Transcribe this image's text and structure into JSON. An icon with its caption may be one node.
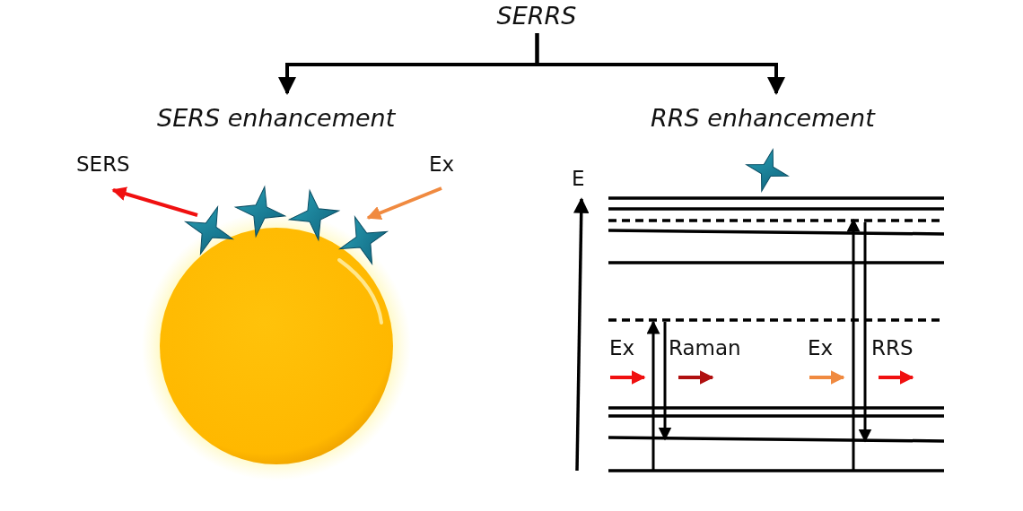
{
  "diagram": {
    "nodes": [
      {
        "text": [
          "SERRS"
        ]
      },
      {
        "text": [
          "SERS enhancement"
        ]
      },
      {
        "text": [
          "RRS enhancement"
        ]
      }
    ],
    "edges": [
      {
        "from": 0,
        "to": 1,
        "arrow": "to"
      },
      {
        "from": 0,
        "to": 2,
        "arrow": "to"
      }
    ],
    "labels": [
      "SERS",
      "Ex",
      "E",
      "Ex",
      "Raman",
      "Ex",
      "RRS"
    ]
  }
}
